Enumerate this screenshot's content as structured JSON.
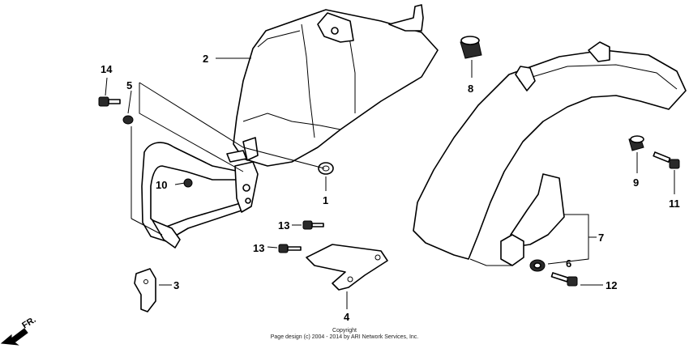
{
  "direction_label": "FR.",
  "callouts": [
    "1",
    "2",
    "3",
    "4",
    "5",
    "6",
    "7",
    "8",
    "9",
    "10",
    "11",
    "12",
    "13",
    "13",
    "14"
  ],
  "copyright": {
    "line1": "Copyright",
    "line2": "Page design (c) 2004 - 2014 by ARI Network Services, Inc."
  }
}
